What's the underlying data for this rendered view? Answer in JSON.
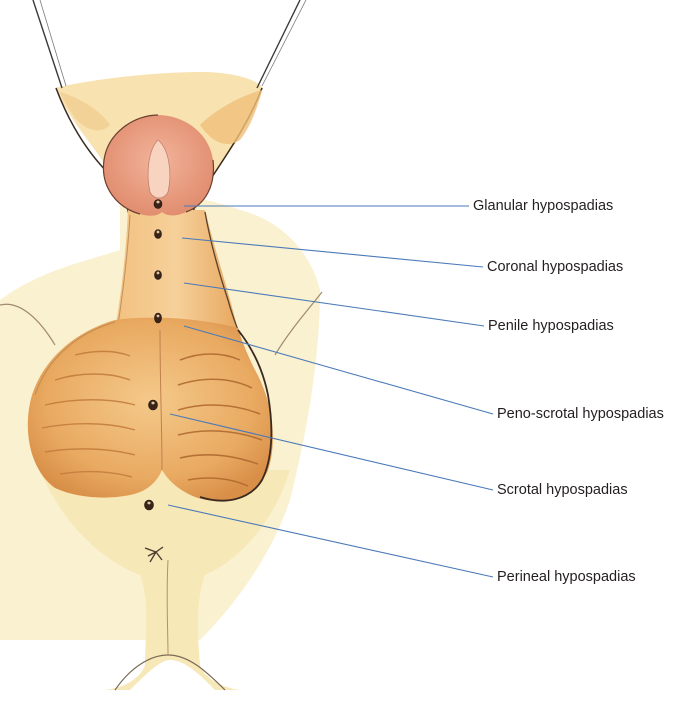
{
  "labels": [
    {
      "id": "glanular",
      "text": "Glanular hypospadias"
    },
    {
      "id": "coronal",
      "text": "Coronal hypospadias"
    },
    {
      "id": "penile",
      "text": "Penile hypospadias"
    },
    {
      "id": "penoscrotal",
      "text": "Peno-scrotal hypospadias"
    },
    {
      "id": "scrotal",
      "text": "Scrotal hypospadias"
    },
    {
      "id": "perineal",
      "text": "Perineal hypospadias"
    }
  ],
  "colors": {
    "leader_line": "#4a7ab8",
    "skin_light": "#f8ecc0",
    "skin_mid": "#f0c878",
    "skin_orange": "#e8a45a",
    "glans": "#e89a7c",
    "outline": "#3a2a20"
  }
}
